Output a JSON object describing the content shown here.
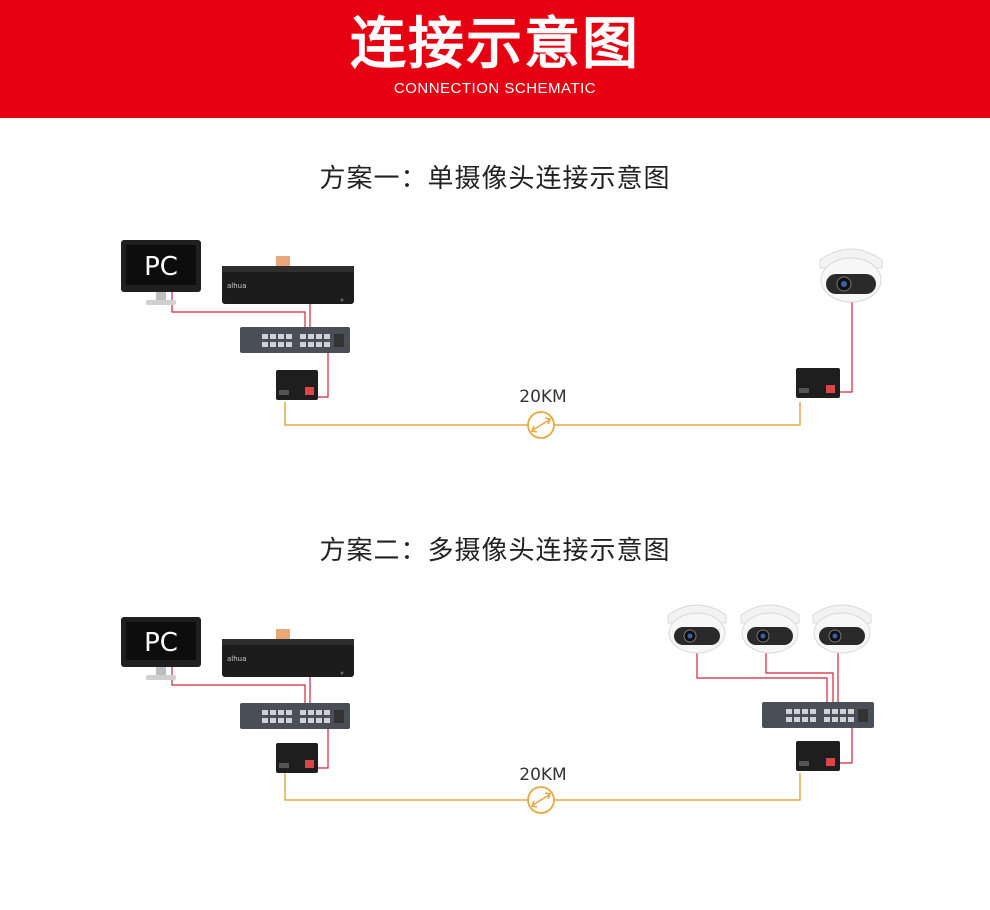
{
  "banner": {
    "title": "连接示意图",
    "subtitle": "CONNECTION SCHEMATIC",
    "color": "#e60012"
  },
  "schemes": [
    {
      "title": "方案一：单摄像头连接示意图",
      "pc_label": "PC",
      "distance_label": "20KM",
      "camera_count": 1
    },
    {
      "title": "方案二：多摄像头连接示意图",
      "pc_label": "PC",
      "distance_label": "20KM",
      "camera_count": 3
    }
  ],
  "colors": {
    "ethernet_cable": "#d4233a",
    "fiber_cable": "#e8a840",
    "device_dark": "#1c1c1c",
    "switch_gray": "#4a4f57"
  }
}
